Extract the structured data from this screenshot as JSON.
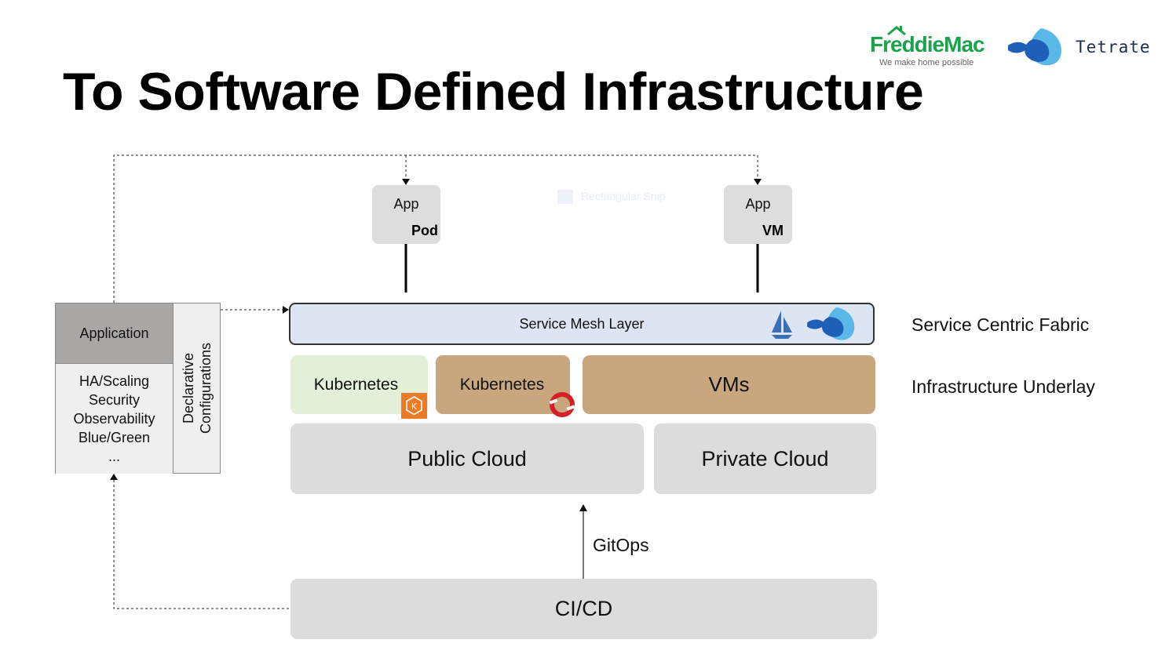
{
  "slide": {
    "title": "To Software Defined Infrastructure"
  },
  "logos": {
    "freddie_mac": {
      "name": "FreddieMac",
      "tagline": "We make home possible",
      "color": "#1ba24d",
      "house_color": "#1ba24d"
    },
    "tetrate": {
      "name": "Tetrate",
      "color": "#1f2c4a",
      "icon": "tetrate-icon"
    }
  },
  "left_panel": {
    "header": "Application",
    "features": [
      "HA/Scaling",
      "Security",
      "Observability",
      "Blue/Green",
      "..."
    ],
    "side_label_line1": "Declarative",
    "side_label_line2": "Configurations"
  },
  "apps": [
    {
      "label": "App",
      "type": "Pod"
    },
    {
      "label": "App",
      "type": "VM"
    }
  ],
  "layers": {
    "mesh": {
      "label": "Service Mesh Layer",
      "icons": [
        "istio-icon",
        "tetrate-icon"
      ],
      "color": "#dde5f3"
    },
    "compute": [
      {
        "label": "Kubernetes",
        "badge": "eks-icon",
        "color": "#e2f0d9"
      },
      {
        "label": "Kubernetes",
        "badge": "openshift-icon",
        "color": "#c8a77e"
      },
      {
        "label": "VMs",
        "color": "#c8a77e"
      }
    ],
    "clouds": [
      {
        "label": "Public Cloud"
      },
      {
        "label": "Private Cloud"
      }
    ],
    "gitops_label": "GitOps",
    "cicd_label": "CI/CD"
  },
  "side_labels": {
    "fabric": "Service Centric Fabric",
    "underlay": "Infrastructure Underlay"
  },
  "overlay": {
    "snip_text": "Rectangular Snip"
  }
}
